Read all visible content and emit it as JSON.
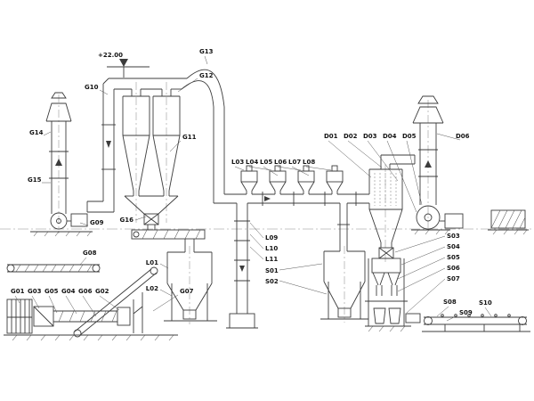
{
  "page": {
    "background": "#ffffff",
    "line_color": "#3c3c3c"
  },
  "drawing": {
    "elevation_marker": "+22.00",
    "callouts": {
      "g01": "G01",
      "g02": "G02",
      "g03": "G03",
      "g04": "G04",
      "g05": "G05",
      "g06": "G06",
      "g07": "G07",
      "g08": "G08",
      "g09": "G09",
      "g10": "G10",
      "g11": "G11",
      "g12": "G12",
      "g13": "G13",
      "g14": "G14",
      "g15": "G15",
      "g16": "G16",
      "l01": "L01",
      "l02": "L02",
      "l03": "L03",
      "l04": "L04",
      "l05": "L05",
      "l06": "L06",
      "l07": "L07",
      "l08": "L08",
      "l09": "L09",
      "l10": "L10",
      "l11": "L11",
      "s01": "S01",
      "s02": "S02",
      "s03": "S03",
      "s04": "S04",
      "s05": "S05",
      "s06": "S06",
      "s07": "S07",
      "s08": "S08",
      "s09": "S09",
      "s10": "S10",
      "d01": "D01",
      "d02": "D02",
      "d03": "D03",
      "d04": "D04",
      "d05": "D05",
      "d06": "D06"
    }
  }
}
